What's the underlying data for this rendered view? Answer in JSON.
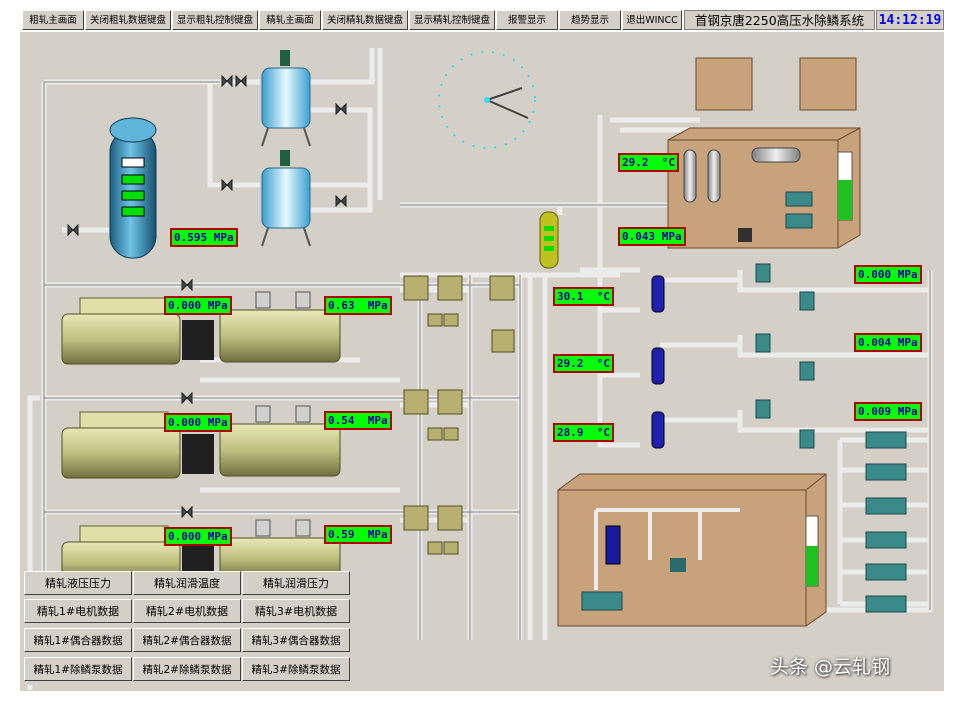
{
  "toolbar": {
    "buttons": [
      {
        "label": "粗轧主画面"
      },
      {
        "label": "关闭粗轧数据键盘"
      },
      {
        "label": "显示粗轧控制键盘"
      },
      {
        "label": "精轧主画面"
      },
      {
        "label": "关闭精轧数据键盘"
      },
      {
        "label": "显示精轧控制键盘"
      },
      {
        "label": "报警显示"
      },
      {
        "label": "趋势显示"
      },
      {
        "label": "退出WINCC"
      }
    ],
    "title": "首钢京唐2250高压水除鳞系统",
    "clock": "14:12:19"
  },
  "readouts": {
    "accumulator_pressure": "0.595 MPa",
    "pump1_inlet": "0.000 MPa",
    "pump1_outlet": "0.63  MPa",
    "pump2_inlet": "0.000 MPa",
    "pump2_outlet": "0.54  MPa",
    "pump3_inlet": "0.000 MPa",
    "pump3_outlet": "0.59  MPa",
    "tank_temp": "29.2  °C",
    "tank_pressure": "0.043 MPa",
    "line1_temp": "30.1  °C",
    "line2_temp": "29.2  °C",
    "line3_temp": "28.9  °C",
    "branch1_pressure": "0.000 MPa",
    "branch2_pressure": "0.004 MPa",
    "branch3_pressure": "0.009 MPa"
  },
  "nav": [
    [
      "精轧液压压力",
      "精轧润滑温度",
      "精轧润滑压力"
    ],
    [
      "精轧1#电机数据",
      "精轧2#电机数据",
      "精轧3#电机数据"
    ],
    [
      "精轧1#偶合器数据",
      "精轧2#偶合器数据",
      "精轧3#偶合器数据"
    ],
    [
      "精轧1#除鳞泵数据",
      "精轧2#除鳞泵数据",
      "精轧3#除鳞泵数据"
    ]
  ],
  "watermark": "头条 @云轧钢",
  "colors": {
    "background": "#d4d0c8",
    "readout_bg": "#00ff00",
    "readout_text": "#0000a0",
    "readout_border": "#b00000",
    "clock_text": "#0000ff",
    "pipe": "#e8e8e8",
    "tank_box": "#c8a27a",
    "motor": "#c8c890"
  }
}
